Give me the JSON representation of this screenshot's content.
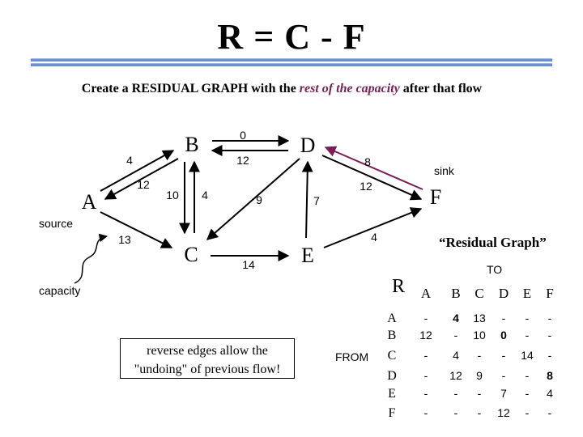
{
  "title": "R = C - F",
  "subtitle": {
    "prefix": "Create a RESIDUAL GRAPH with the ",
    "emphasis": "rest of the capacity",
    "suffix": " after that flow"
  },
  "nodes": [
    "A",
    "B",
    "C",
    "D",
    "E",
    "F"
  ],
  "edge_labels": {
    "b_d_top": "0",
    "b_d_bottom": "12",
    "a_b_top": "4",
    "a_b_bottom": "12",
    "b_c_left": "10",
    "b_c_right": "4",
    "c_d": "9",
    "d_e": "7",
    "d_f_top": "8",
    "d_f_bottom": "12",
    "a_c": "13",
    "c_e": "14",
    "e_f": "4"
  },
  "labels": {
    "source": "source",
    "sink": "sink",
    "capacity": "capacity",
    "residual_graph": "“Residual Graph”",
    "note_line1": "reverse edges allow the",
    "note_line2": "\"undoing\" of previous flow!"
  },
  "matrix": {
    "name": "R",
    "to_label": "TO",
    "from_label": "FROM",
    "columns": [
      "A",
      "B",
      "C",
      "D",
      "E",
      "F"
    ],
    "rows": [
      {
        "label": "A",
        "cells": [
          "-",
          "4",
          "13",
          "-",
          "-",
          "-"
        ]
      },
      {
        "label": "B",
        "cells": [
          "12",
          "-",
          "10",
          "0",
          "-",
          "-"
        ]
      },
      {
        "label": "C",
        "cells": [
          "-",
          "4",
          "-",
          "-",
          "14",
          "-"
        ]
      },
      {
        "label": "D",
        "cells": [
          "-",
          "12",
          "9",
          "-",
          "-",
          "8"
        ]
      },
      {
        "label": "E",
        "cells": [
          "-",
          "-",
          "-",
          "7",
          "-",
          "4"
        ]
      },
      {
        "label": "F",
        "cells": [
          "-",
          "-",
          "-",
          "12",
          "-",
          "-"
        ]
      }
    ],
    "highlight_cells": [
      "A-B",
      "B-D",
      "D-F"
    ]
  },
  "colors": {
    "edge": "#000000",
    "highlight_edge": "#7a1f55",
    "rule": "#6a8fd0"
  }
}
